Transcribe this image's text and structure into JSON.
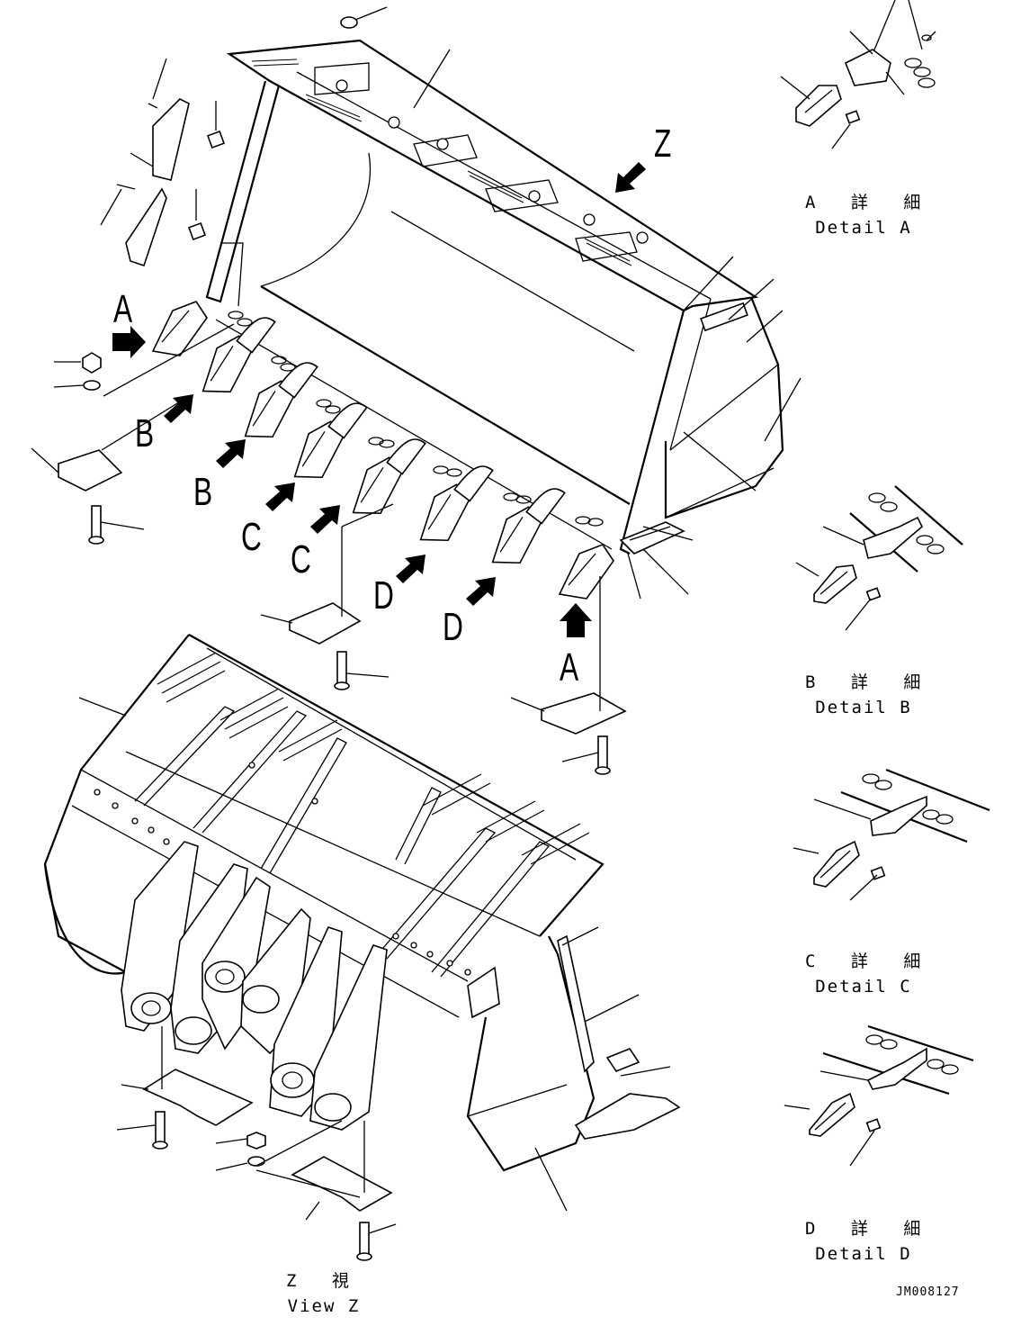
{
  "callouts": {
    "z_top": "Z",
    "a_left": "A",
    "b_1": "B",
    "b_2": "B",
    "c_1": "C",
    "c_2": "C",
    "d_1": "D",
    "d_2": "D",
    "a_right": "A"
  },
  "details": [
    {
      "jp": "A 詳 細",
      "en": "Detail A"
    },
    {
      "jp": "B 詳 細",
      "en": "Detail B"
    },
    {
      "jp": "C 詳 細",
      "en": "Detail C"
    },
    {
      "jp": "D 詳 細",
      "en": "Detail D"
    }
  ],
  "view_z": {
    "jp": "Z 視",
    "en": "View Z"
  },
  "drawing_ref": "JM008127"
}
